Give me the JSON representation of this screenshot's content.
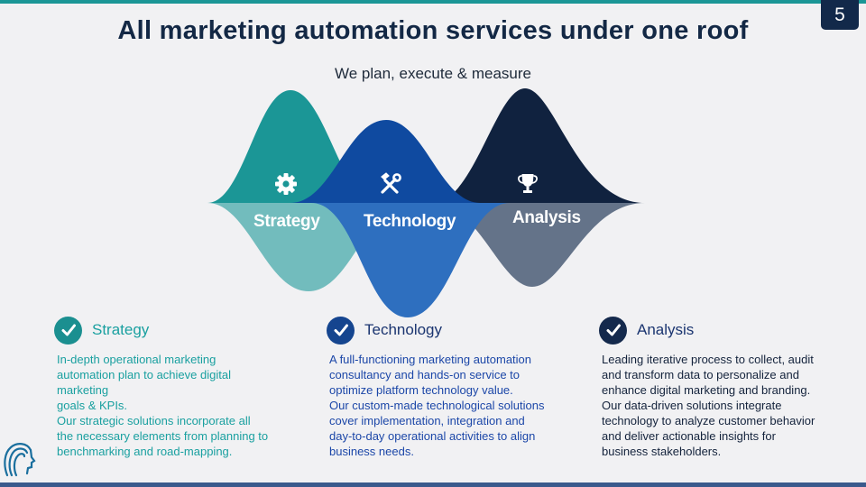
{
  "page_number": "5",
  "title": "All marketing automation services under one roof",
  "subtitle": "We plan, execute & measure",
  "waves": [
    {
      "label": "Strategy",
      "icon": "gear-icon",
      "color_top": "#1b9696",
      "color_bottom": "#72bcbd"
    },
    {
      "label": "Technology",
      "icon": "tools-icon",
      "color_top": "#0f4aa0",
      "color_bottom": "#2e6fbf"
    },
    {
      "label": "Analysis",
      "icon": "trophy-icon",
      "color_top": "#10223f",
      "color_bottom": "#647389"
    }
  ],
  "columns": [
    {
      "title": "Strategy",
      "icon": "check-circle-icon",
      "lines": [
        "In-depth operational marketing",
        "automation plan to achieve digital",
        "marketing",
        "goals & KPIs.",
        "Our strategic solutions incorporate all",
        "the necessary elements from planning to",
        "benchmarking and road-mapping."
      ]
    },
    {
      "title": "Technology",
      "icon": "check-circle-icon",
      "lines": [
        "A full-functioning marketing automation",
        "consultancy and hands-on service to",
        "optimize platform technology value.",
        "Our custom-made technological solutions",
        "cover implementation, integration and",
        "day-to-day operational activities to align",
        "business needs."
      ]
    },
    {
      "title": "Analysis",
      "icon": "check-circle-icon",
      "lines": [
        "Leading iterative process to collect, audit",
        "and transform data to personalize and",
        "enhance digital marketing and branding.",
        "Our data-driven solutions integrate",
        "technology to analyze customer behavior",
        "and deliver actionable insights for",
        "business stakeholders."
      ]
    }
  ],
  "logo": "company-logo"
}
